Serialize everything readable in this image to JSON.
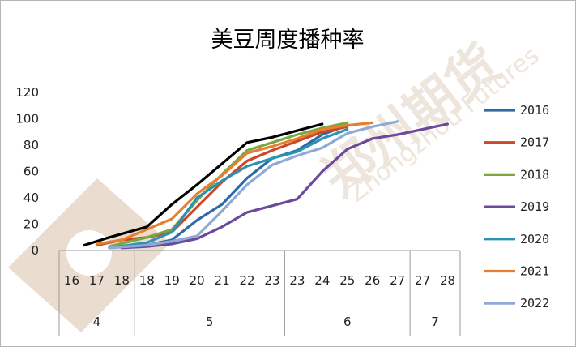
{
  "chart_data": {
    "type": "line",
    "title": "美豆周度播种率",
    "ylim": [
      0,
      120
    ],
    "yticks": [
      0,
      20,
      40,
      60,
      80,
      100,
      120
    ],
    "grid": false,
    "legend_position": "right",
    "categories": [
      "16",
      "17",
      "18",
      "18",
      "19",
      "20",
      "21",
      "22",
      "23",
      "23",
      "24",
      "25",
      "26",
      "27",
      "27",
      "28"
    ],
    "groups": [
      {
        "label": "4",
        "start": 0,
        "end": 2
      },
      {
        "label": "5",
        "start": 3,
        "end": 8
      },
      {
        "label": "6",
        "start": 9,
        "end": 13
      },
      {
        "label": "7",
        "start": 14,
        "end": 15
      }
    ],
    "series": [
      {
        "name": "2016",
        "color": "#2e6aa8",
        "points": [
          [
            1.5,
            2
          ],
          [
            3,
            4
          ],
          [
            4,
            8
          ],
          [
            5,
            23
          ],
          [
            6,
            35
          ],
          [
            7,
            55
          ],
          [
            8,
            70
          ],
          [
            9,
            76
          ],
          [
            10,
            88
          ],
          [
            11,
            95
          ]
        ]
      },
      {
        "name": "2017",
        "color": "#c9482a",
        "points": [
          [
            1,
            4
          ],
          [
            2,
            8
          ],
          [
            3,
            10
          ],
          [
            4,
            14
          ],
          [
            5,
            33
          ],
          [
            6,
            52
          ],
          [
            7,
            68
          ],
          [
            8,
            76
          ],
          [
            9,
            83
          ],
          [
            10,
            90
          ],
          [
            11,
            94
          ]
        ]
      },
      {
        "name": "2018",
        "color": "#7aa83f",
        "points": [
          [
            1.5,
            3
          ],
          [
            3,
            10
          ],
          [
            4,
            16
          ],
          [
            5,
            38
          ],
          [
            6,
            58
          ],
          [
            7,
            76
          ],
          [
            8,
            82
          ],
          [
            9,
            88
          ],
          [
            10,
            93
          ],
          [
            11,
            97
          ]
        ]
      },
      {
        "name": "2019",
        "color": "#6c4a9a",
        "points": [
          [
            2,
            2
          ],
          [
            3,
            3
          ],
          [
            4,
            5
          ],
          [
            5,
            9
          ],
          [
            6,
            18
          ],
          [
            7,
            29
          ],
          [
            8,
            34
          ],
          [
            9,
            39
          ],
          [
            10,
            60
          ],
          [
            11,
            77
          ],
          [
            12,
            85
          ],
          [
            13,
            88
          ],
          [
            14,
            92
          ],
          [
            15,
            96
          ]
        ]
      },
      {
        "name": "2020",
        "color": "#2a93b5",
        "points": [
          [
            1.5,
            2
          ],
          [
            3,
            6
          ],
          [
            4,
            14
          ],
          [
            5,
            40
          ],
          [
            6,
            53
          ],
          [
            7,
            64
          ],
          [
            8,
            70
          ],
          [
            9,
            75
          ],
          [
            10,
            85
          ],
          [
            11,
            92
          ]
        ]
      },
      {
        "name": "2021",
        "color": "#e77f2e",
        "points": [
          [
            1,
            5
          ],
          [
            2,
            8
          ],
          [
            3,
            16
          ],
          [
            4,
            24
          ],
          [
            5,
            43
          ],
          [
            6,
            57
          ],
          [
            7,
            74
          ],
          [
            8,
            79
          ],
          [
            9,
            85
          ],
          [
            10,
            92
          ],
          [
            11,
            95
          ],
          [
            12,
            97
          ]
        ]
      },
      {
        "name": "2022",
        "color": "#8fa9d6",
        "points": [
          [
            1.5,
            2
          ],
          [
            3,
            4
          ],
          [
            4,
            7
          ],
          [
            5,
            11
          ],
          [
            6,
            30
          ],
          [
            7,
            50
          ],
          [
            8,
            65
          ],
          [
            9,
            72
          ],
          [
            10,
            78
          ],
          [
            11,
            89
          ],
          [
            12,
            94
          ],
          [
            13,
            98
          ]
        ]
      },
      {
        "color": "#000000",
        "points": [
          [
            0.5,
            4
          ],
          [
            1.5,
            10
          ],
          [
            3,
            18
          ],
          [
            4,
            35
          ],
          [
            5,
            50
          ],
          [
            6,
            66
          ],
          [
            7,
            82
          ],
          [
            8,
            86
          ],
          [
            9,
            91
          ],
          [
            10,
            96
          ]
        ]
      }
    ]
  },
  "watermark": {
    "brand_text": "郑州期货",
    "latin_text": "Zhongzhou Futures",
    "color": "#e0cfc1"
  }
}
